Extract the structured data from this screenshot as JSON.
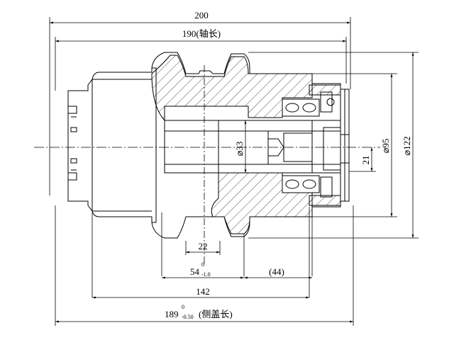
{
  "dimensions": {
    "overall_width": "200",
    "shaft_length": "190(轴长)",
    "flange_width": "22",
    "hub_width_main": "54",
    "hub_width_tol_upper": "0",
    "hub_width_tol_lower": "-1.0",
    "bearing_offset": "(44)",
    "body_length": "142",
    "side_cover_length_main": "189",
    "side_cover_tol_upper": "0",
    "side_cover_tol_lower": "-0.50",
    "side_cover_suffix": "(侧盖长)",
    "shaft_diameter": "⌀33",
    "bearing_diameter": "⌀95",
    "outer_diameter": "⌀122",
    "axle_end_offset": "21"
  },
  "colors": {
    "line": "#000000",
    "background": "#ffffff"
  }
}
